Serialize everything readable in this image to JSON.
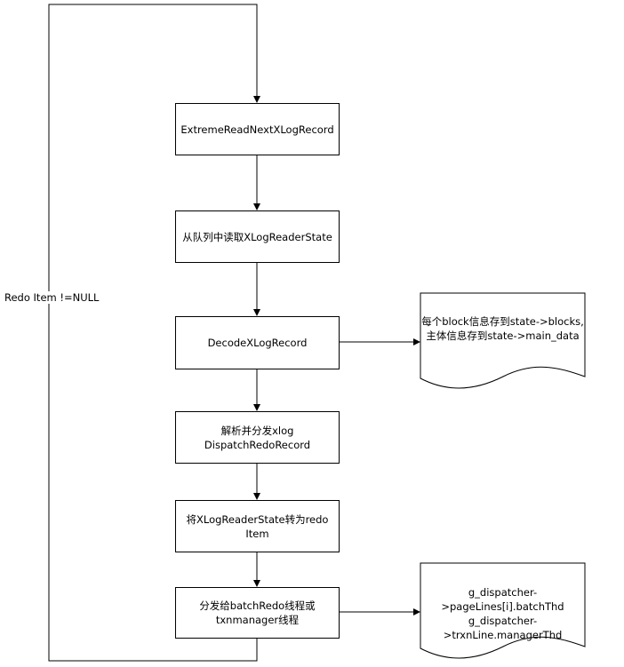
{
  "flow": {
    "step1": "ExtremeReadNextXLogRecord",
    "step2": "从队列中读取XLogReaderState",
    "step3": "DecodeXLogRecord",
    "step4_line1": "解析并分发xlog",
    "step4_line2": "DispatchRedoRecord",
    "step5": "将XLogReaderState转为redo Item",
    "step6_line1": "分发给batchRedo线程或",
    "step6_line2": "txnmanager线程"
  },
  "loop": {
    "label": "Redo Item !=NULL"
  },
  "notes": {
    "decode_line1": "每个block信息存到state->blocks,",
    "decode_line2": "主体信息存到state->main_data",
    "dispatch_line1": "g_dispatcher->pageLines[i].batchThd",
    "dispatch_line2": "g_dispatcher->trxnLine.managerThd"
  },
  "colors": {
    "stroke": "#000000",
    "fill": "#ffffff"
  }
}
